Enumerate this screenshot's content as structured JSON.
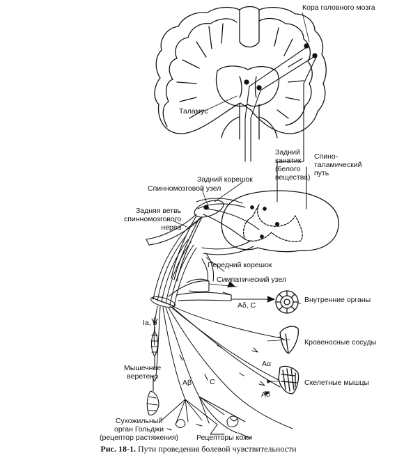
{
  "labels": {
    "cortex": "Кора головного мозга",
    "thalamus": "Таламус",
    "dorsal_column": "Задний\nканатик\n(белого\nвещества)",
    "spinothalamic": "Спино-\nталамический\nпуть",
    "dorsal_root": "Задний корешок",
    "spinal_ganglion": "Спинномозговой узел",
    "posterior_branch": "Задняя ветвь\nспинномозгового\nнерва",
    "anterior_root": "Передний корешок",
    "sympathetic_ganglion": "Симпатический узел",
    "adelta_c": "Aδ, C",
    "internal_organs": "Внутренние органы",
    "ia_b": "Ia, b",
    "blood_vessels": "Кровеносные сосуды",
    "a_alpha": "Aα",
    "muscle_spindle": "Мышечное\nверетено",
    "skeletal_muscles": "Скелетные мышцы",
    "a_beta": "Aβ",
    "c_fiber": "C",
    "a_delta": "Aδ",
    "golgi_organ": "Сухожильный\nорган Гольджи\n(рецептор растяжения)",
    "skin_receptors": "Рецепторы кожи"
  },
  "caption": {
    "number": "Рис. 18-1.",
    "text": "Пути проведения болевой чувствительности"
  }
}
